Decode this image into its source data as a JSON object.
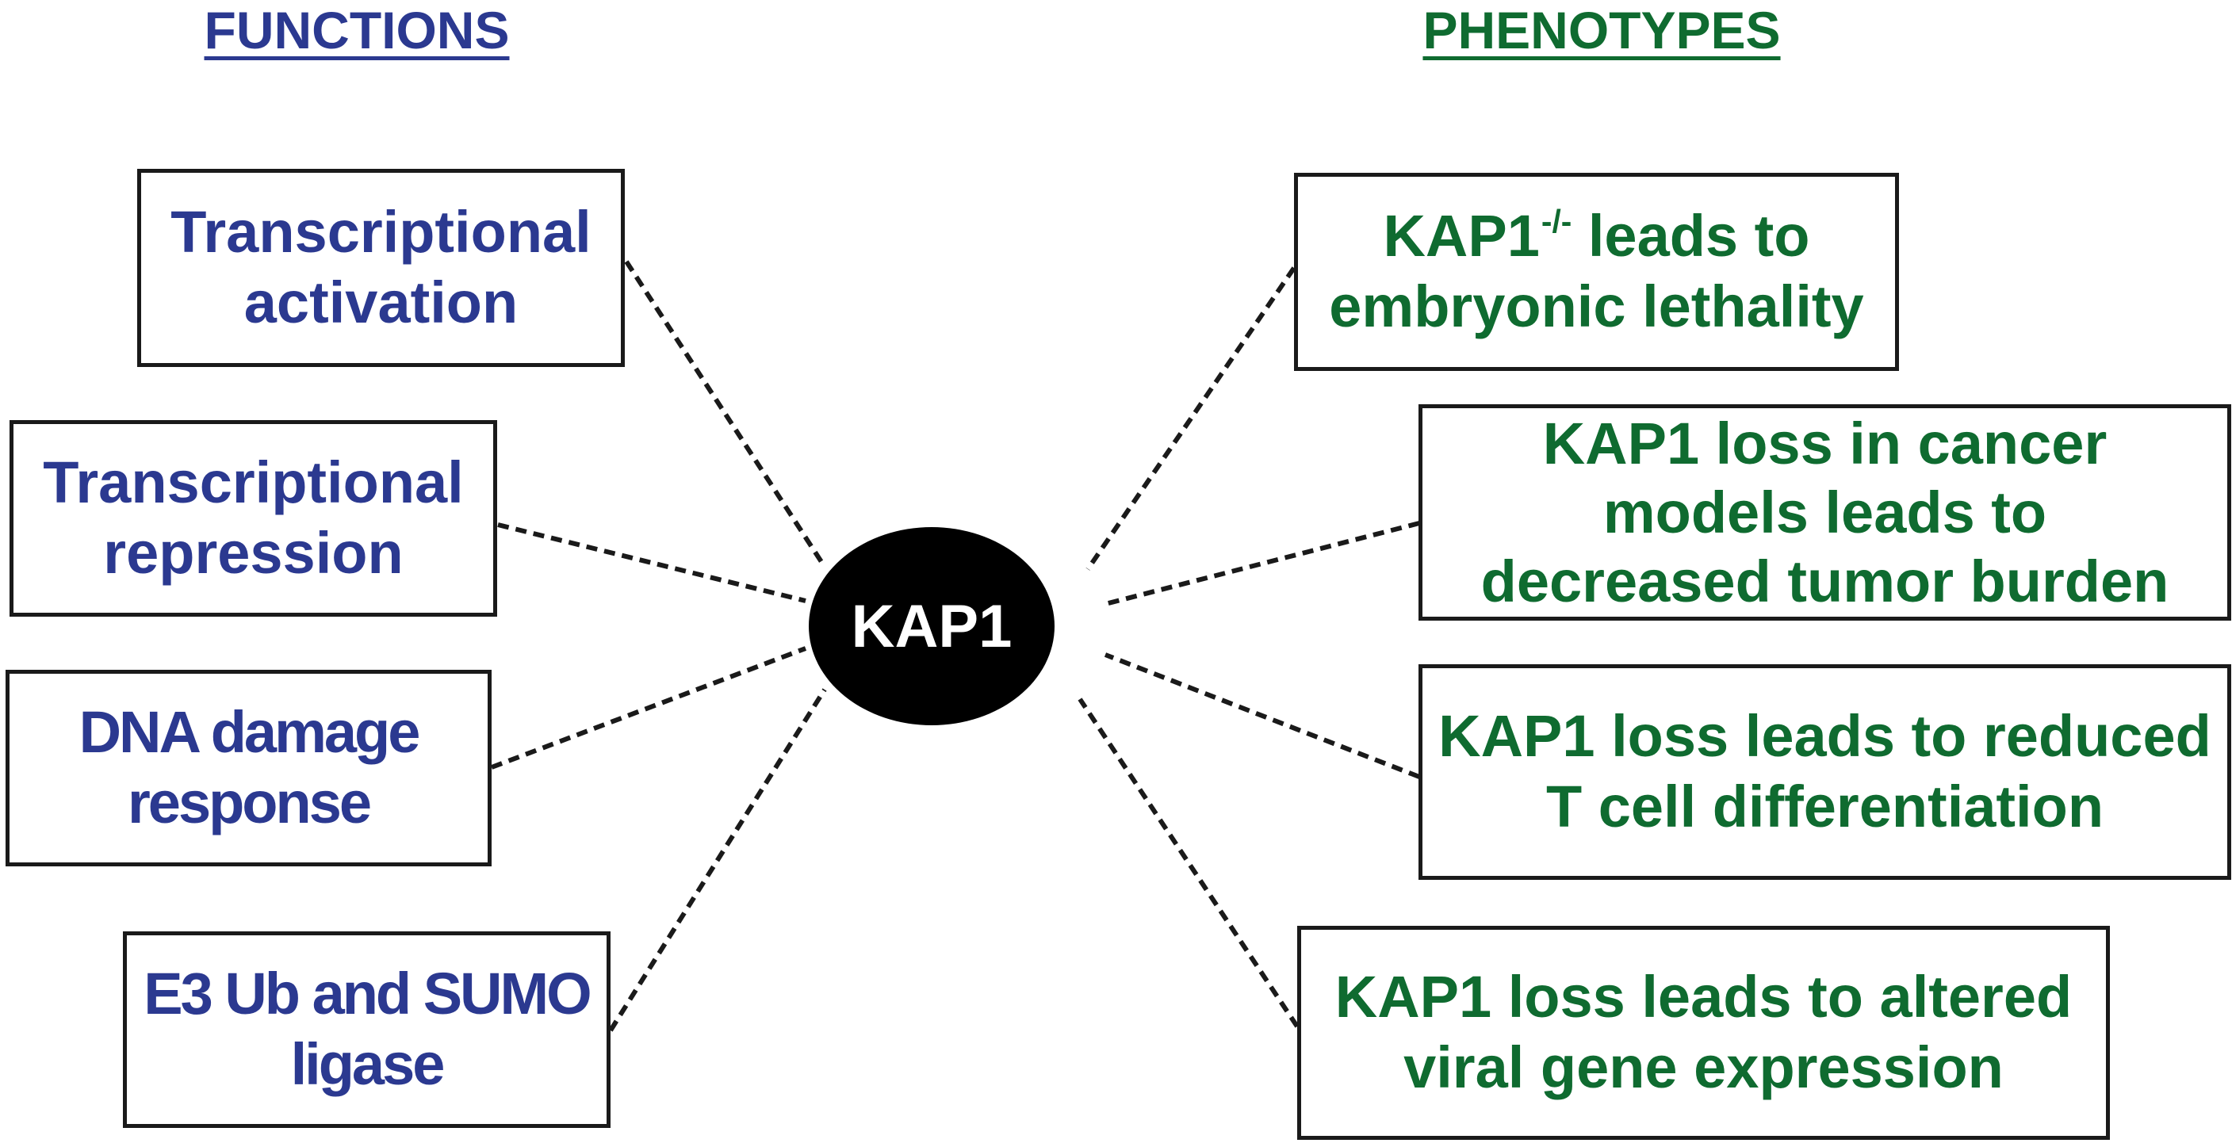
{
  "headers": {
    "functions": "FUNCTIONS",
    "phenotypes": "PHENOTYPES"
  },
  "hub": "KAP1",
  "functions": [
    {
      "line1": "Transcriptional",
      "line2": "activation"
    },
    {
      "line1": "Transcriptional",
      "line2": "repression"
    },
    {
      "line1": "DNA damage",
      "line2": "response"
    },
    {
      "line1": "E3 Ub and SUMO",
      "line2": "ligase"
    }
  ],
  "phenotypes": [
    {
      "line1_pre": "KAP1",
      "line1_sup": "-/-",
      "line1_post": " leads to",
      "line2": "embryonic lethality"
    },
    {
      "line1": "KAP1 loss in cancer",
      "line2": "models leads to",
      "line3": "decreased tumor burden"
    },
    {
      "line1": "KAP1 loss leads to reduced",
      "line2": "T cell differentiation"
    },
    {
      "line1": "KAP1 loss leads to altered",
      "line2": "viral gene expression"
    }
  ],
  "colors": {
    "functions": "#2b3990",
    "phenotypes": "#0f6b30",
    "hub_fill": "#000000",
    "hub_text": "#ffffff"
  }
}
